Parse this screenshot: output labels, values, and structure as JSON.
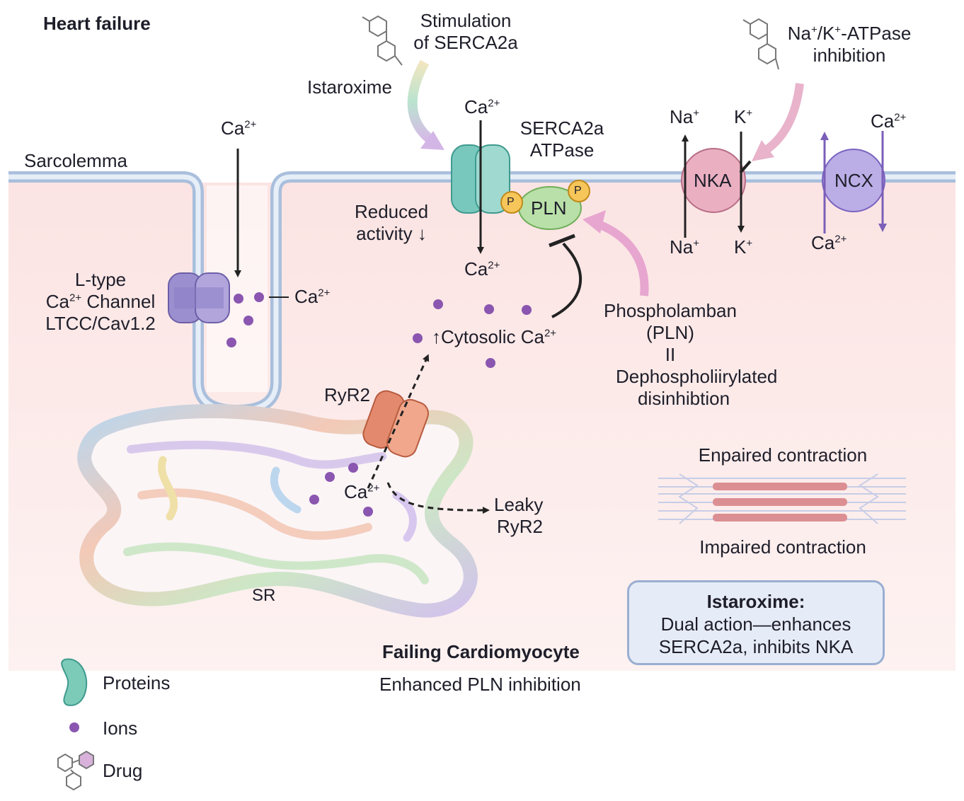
{
  "title": "Heart failure",
  "labels": {
    "sarcolemma": "Sarcolemma",
    "sr": "SR",
    "ca_sup": "2+",
    "na_sup": "+",
    "k_sup": "+",
    "ca_base": "Ca",
    "na_base": "Na",
    "k_base": "K",
    "ltype_line1": "L-type",
    "ltype_line2_suffix": " Channel",
    "ltype_line3": "LTCC/Cav1.2",
    "ryr2": "RyR2",
    "leaky_line1": "Leaky",
    "leaky_line2": "RyR2",
    "cytosolic": "Cytosolic Ca",
    "up_arrow": "↑",
    "reduced_line1": "Reduced",
    "reduced_line2": "activity",
    "down_arrow": "↓",
    "serca_line1": "SERCA2a",
    "serca_line2": "ATPase",
    "pln": "PLN",
    "p": "P",
    "nka": "NKA",
    "ncx": "NCX",
    "istaroxime": "Istaroxime",
    "stim_line1": "Stimulation",
    "stim_line2": "of SERCA2a",
    "nka_inh_line1_a": "Na",
    "nka_inh_line1_b": "/K",
    "nka_inh_line1_c": "-ATPase",
    "nka_inh_line2": "inhibition",
    "plb_line1": "Phospholamban",
    "plb_line2": "(PLN)",
    "plb_line3": "II",
    "plb_line4": "Dephospholiirylated",
    "plb_line5": "disinhibtion",
    "enpaired": "Enpaired contraction",
    "impaired": "Impaired contraction",
    "failing": "Failing Cardiomyocyte",
    "enhanced": "Enhanced PLN inhibition",
    "box_title": "Istaroxime:",
    "box_line1": "Dual action—enhances",
    "box_line2": "SERCA2a, inhibits NKA"
  },
  "legend": [
    {
      "icon": "protein-icon",
      "label": "Proteins"
    },
    {
      "icon": "ion-dot-icon",
      "label": "Ions"
    },
    {
      "icon": "drug-molecule-icon",
      "label": "Drug"
    }
  ],
  "colors": {
    "cytosol": "#fbe9e8",
    "membrane": "#a9bfdc",
    "ion": "#8a56b0",
    "serca": "#7ccbc0",
    "pln": "#b9e0a8",
    "phospho": "#f6c65a",
    "nka": "#e9a6b8",
    "ncx": "#b7a8e2",
    "ltcc": "#9c8fcf",
    "ryr2": "#ea9a7d",
    "pink_arrow": "#e7a6cf"
  }
}
